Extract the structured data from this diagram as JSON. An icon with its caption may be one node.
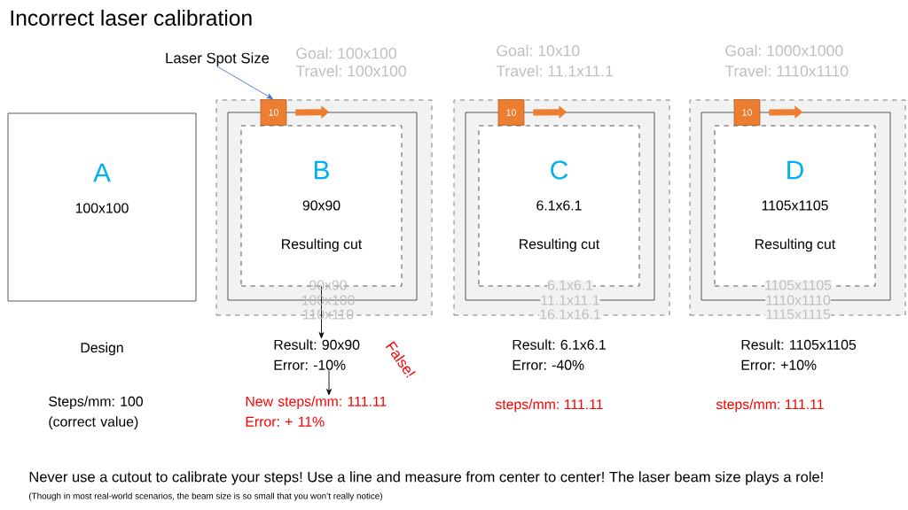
{
  "diagram": {
    "title": "Incorrect laser calibration",
    "nodes": [
      {
        "text": [
          "A",
          "100x100"
        ]
      },
      {
        "text": [
          "Laser Spot Size"
        ]
      },
      {
        "text": [],
        "shape": "box"
      },
      {
        "text": [],
        "shape": "box",
        "in": 2
      },
      {
        "text": [
          "B",
          "90x90",
          "Resulting cut"
        ],
        "in": 3
      },
      {
        "text": [
          "10"
        ],
        "in": 2
      },
      {
        "text": [],
        "shape": "box"
      },
      {
        "text": [],
        "shape": "box",
        "in": 6
      },
      {
        "text": [
          "C",
          "6.1x6.1",
          "Resulting cut"
        ],
        "in": 7
      },
      {
        "text": [
          "10"
        ],
        "in": 6
      },
      {
        "text": [],
        "shape": "box"
      },
      {
        "text": [],
        "shape": "box",
        "in": 10
      },
      {
        "text": [
          "D",
          "1105x1105",
          "Resulting cut"
        ],
        "in": 11
      },
      {
        "text": [
          "10"
        ],
        "in": 10
      },
      {
        "text": [
          "Result: 90x90 Error: -10%"
        ]
      },
      {
        "text": [
          "New steps/mm: 111.11 Error: + 11%"
        ]
      }
    ],
    "edges": [
      {
        "from": 1,
        "to": 5,
        "arrow": "to",
        "color": "#4472c4"
      },
      {
        "from": 4,
        "to": 14,
        "arrow": "to",
        "color": "#000000"
      },
      {
        "from": 14,
        "to": 15,
        "arrow": "to",
        "color": "#000000"
      },
      {
        "from": 5,
        "to": 3,
        "arrow": "to",
        "style": "thick",
        "color": "#ed7d31"
      },
      {
        "from": 9,
        "to": 7,
        "arrow": "to",
        "style": "thick",
        "color": "#ed7d31"
      },
      {
        "from": 13,
        "to": 11,
        "arrow": "to",
        "style": "thick",
        "color": "#ed7d31"
      }
    ],
    "labels": [
      "Goal: 100x100",
      "Travel: 100x100",
      "Goal: 10x10",
      "Travel: 11.1x11.1",
      "Goal: 1000x1000",
      "Travel: 1110x1110",
      "90x90",
      "100x100",
      "110x110",
      "6.1x6.1",
      "11.1x11.1",
      "16.1x16.1",
      "1105x1105",
      "1110x1110",
      "1115x1115",
      "Design",
      "False!",
      "Steps/mm: 100 (correct value)",
      "Result: 6.1x6.1 Error: -40%",
      "steps/mm: 111.11",
      "Result: 1105x1105 Error: +10%",
      "steps/mm: 111.11",
      "Never use a cutout to calibrate your steps! Use a line and measure from center to center! The laser beam size plays a role!",
      "(Though in most real-world scenarios, the beam size is so small that you won’t really notice)"
    ]
  }
}
